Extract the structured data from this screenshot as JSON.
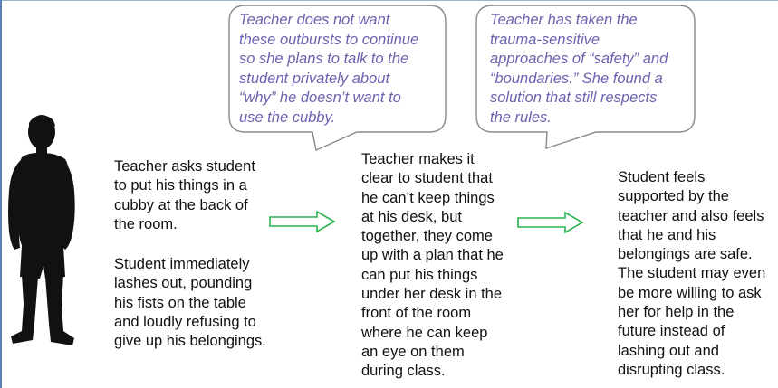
{
  "bubbles": {
    "left": "Teacher does not want\nthese outbursts to continue\nso she plans to talk to the\nstudent privately about\n“why” he doesn’t want to\nuse the cubby.",
    "right": "Teacher has taken the\ntrauma-sensitive\napproaches of  “safety” and\n“boundaries.”  She found a\nsolution that still respects\nthe rules."
  },
  "steps": {
    "step1_request": "Teacher asks student\nto put his things in a\ncubby at the back of\nthe room.",
    "step1_reaction": "Student immediately\nlashes out,  pounding\nhis fists on the table\nand loudly refusing to\ngive up his belongings.",
    "step2": "Teacher makes it\nclear to student that\nhe can’t keep things\nat his desk, but\ntogether, they come\nup with a plan that he\ncan put his things\nunder her desk in the\nfront of the room\nwhere he can keep\nan eye on them\nduring class.",
    "step3": "Student feels\nsupported by the\nteacher and also feels\nthat he and his\nbelongings are safe.\nThe student may even\nbe more willing to ask\nher for help in the\nfuture instead of\nlashing out and\ndisrupting class."
  },
  "colors": {
    "bubble_text": "#6a63b0",
    "bubble_border": "#8a8a8a",
    "arrow": "#2bb24c",
    "silhouette": "#111111",
    "frame": "#5b7fb5"
  },
  "icons": {
    "child": "child-silhouette-icon",
    "arrow": "right-arrow-icon"
  }
}
